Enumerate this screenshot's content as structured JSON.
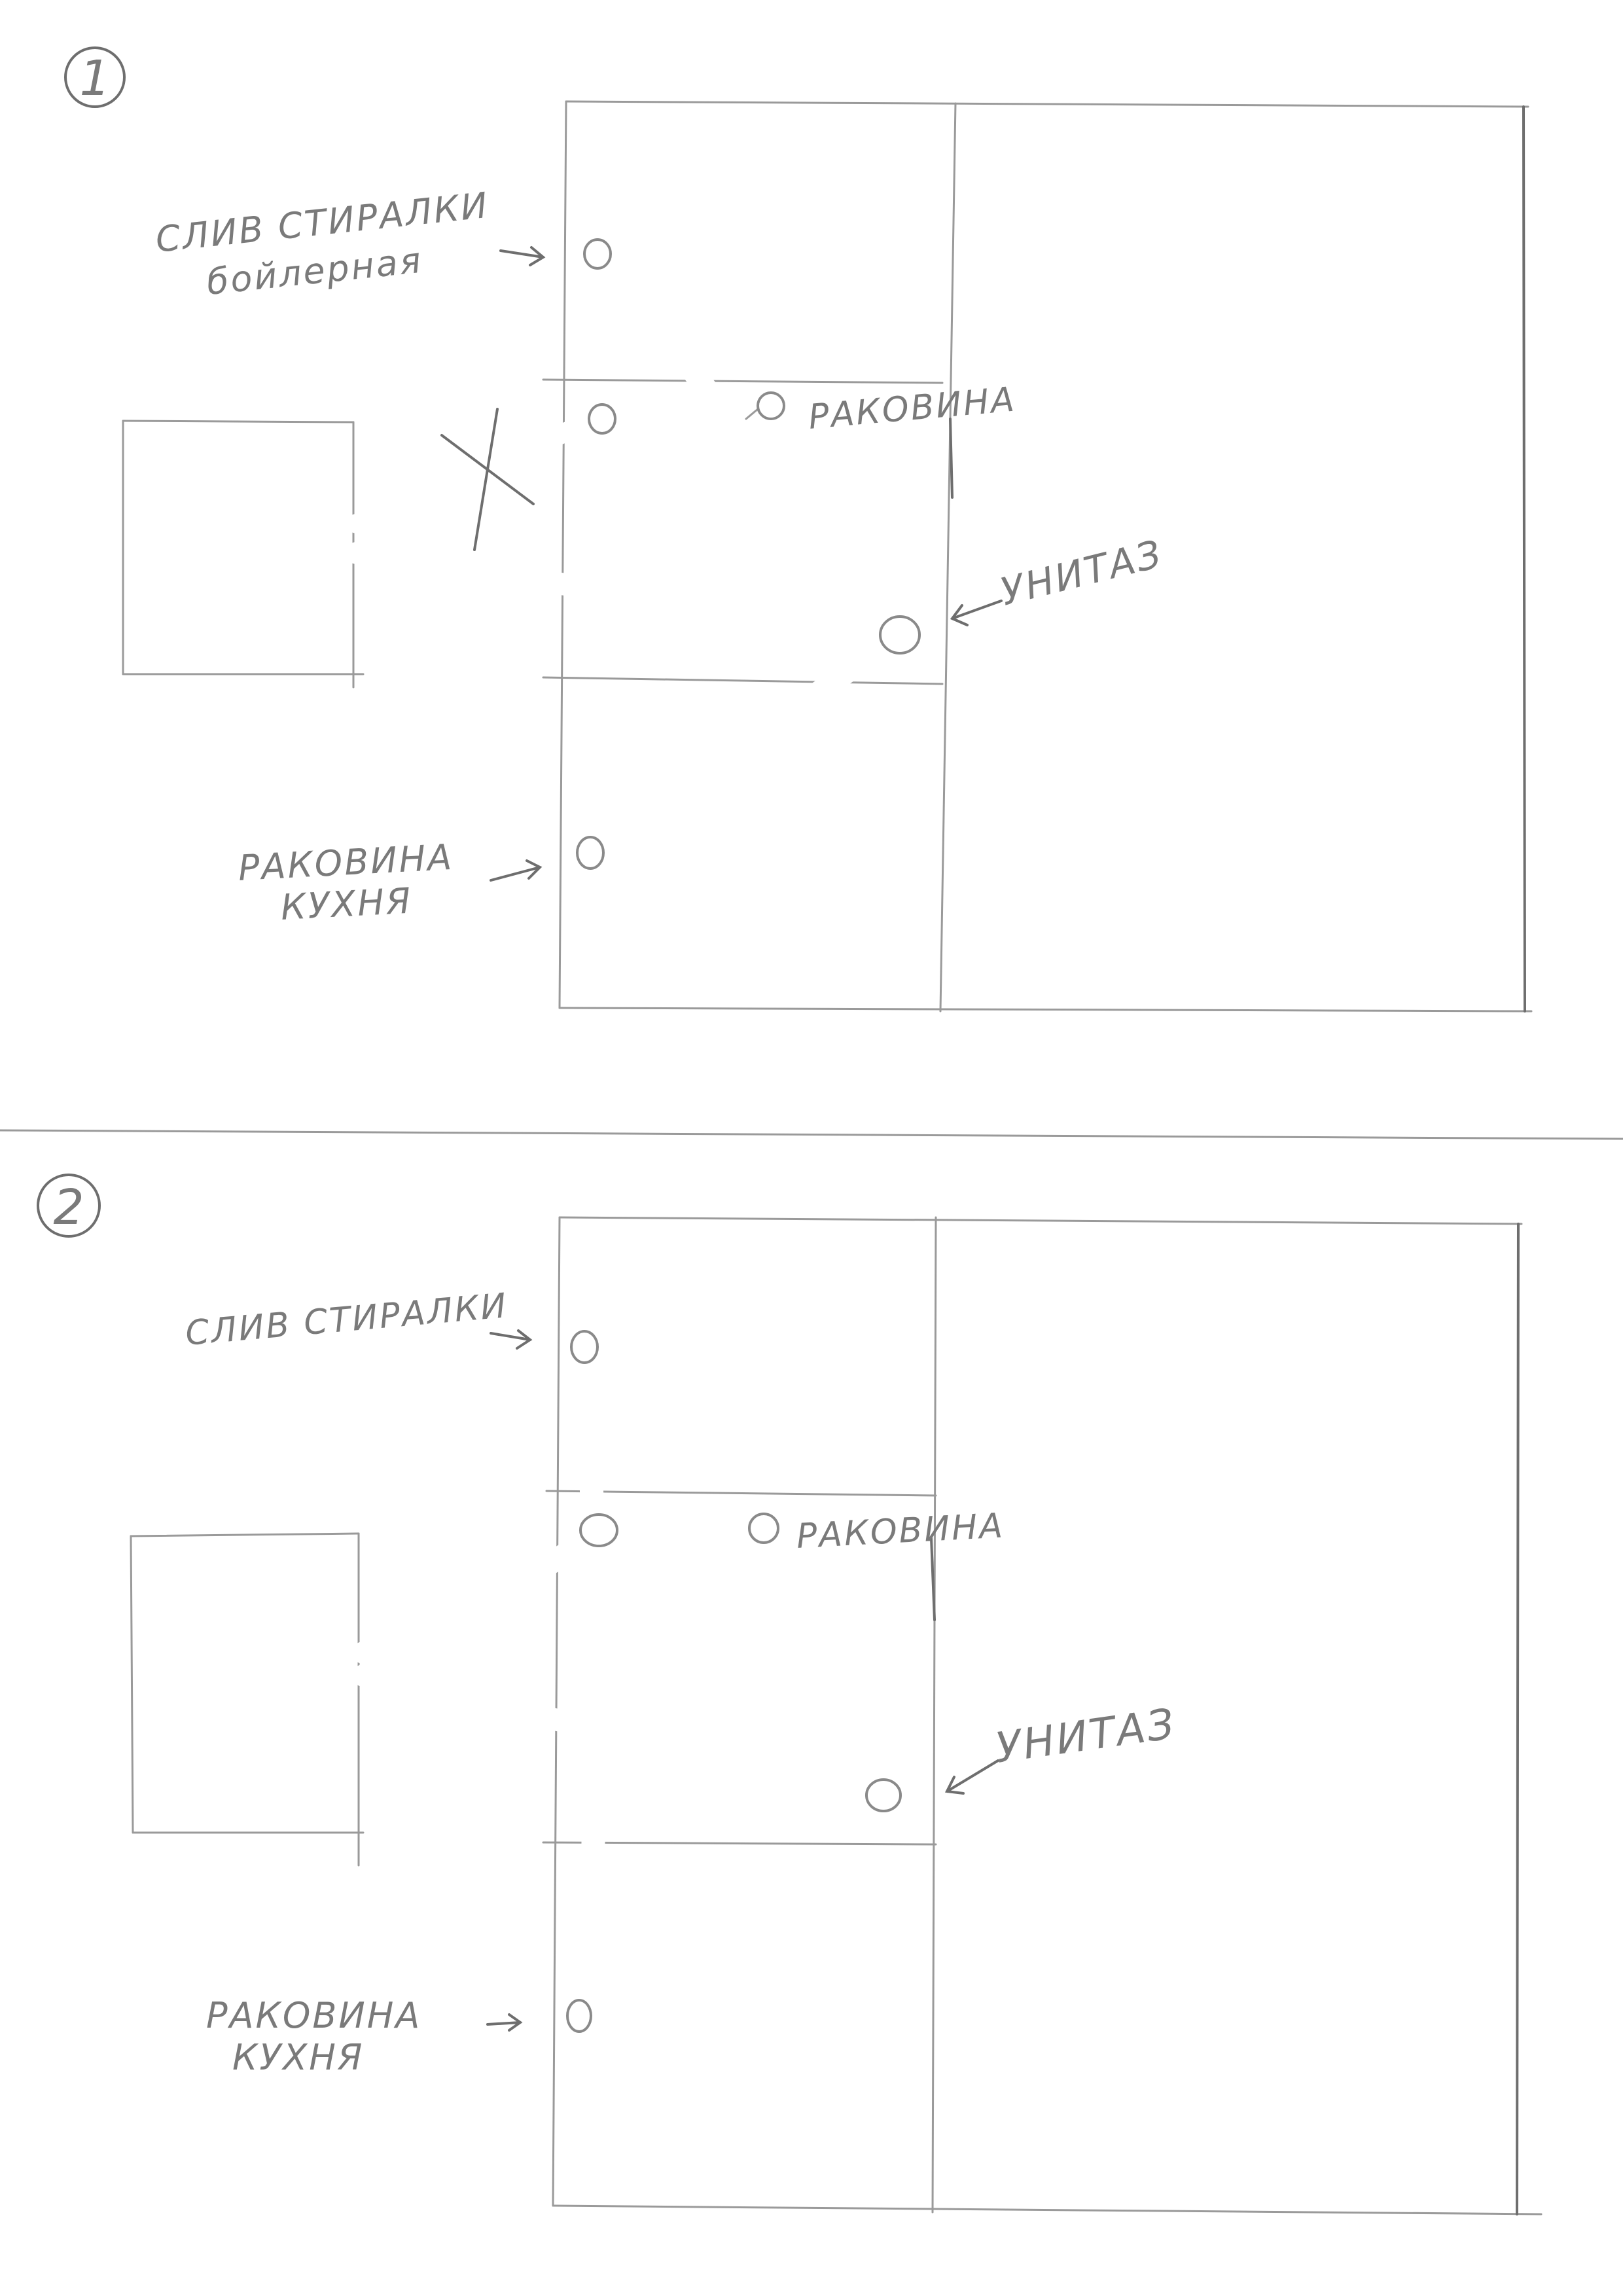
{
  "page": {
    "background": "#ffffff",
    "pencil_color": "#9a9a9a"
  },
  "variants": [
    {
      "number": "1",
      "labels": {
        "washer_drain_line1": "СЛИВ СТИРАЛКИ",
        "washer_drain_line2": "бойлерная",
        "bathroom_sink": "РАКОВИНА",
        "toilet": "УНИТАЗ",
        "kitchen_sink_line1": "РАКОВИНА",
        "kitchen_sink_line2": "КУХНЯ"
      }
    },
    {
      "number": "2",
      "labels": {
        "washer_drain": "СЛИВ СТИРАЛКИ",
        "bathroom_sink": "РАКОВИНА",
        "toilet": "УНИТАЗ",
        "kitchen_sink_line1": "РАКОВИНА",
        "kitchen_sink_line2": "КУХНЯ"
      }
    }
  ]
}
